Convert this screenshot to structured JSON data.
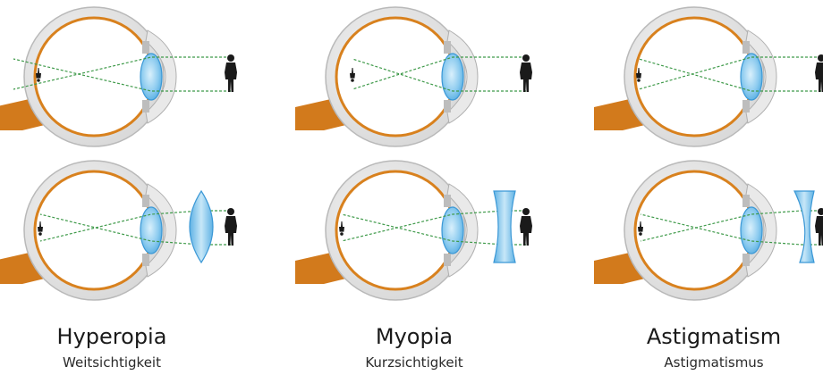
{
  "conditions": [
    {
      "title": "Hyperopia",
      "subtitle": "Weitsichtigkeit",
      "lens": "convex"
    },
    {
      "title": "Myopia",
      "subtitle": "Kurzsichtigkeit",
      "lens": "concave"
    },
    {
      "title": "Astigmatism",
      "subtitle": "Astigmatismus",
      "lens": "meniscus"
    }
  ],
  "colors": {
    "sclera": "#e2e2e2",
    "sclera_edge": "#b9b9b9",
    "retina": "#d8811e",
    "optic_nerve": "#d27a1c",
    "lens_fill": "#84c4ea",
    "lens_edge": "#3b98d6",
    "ray": "#3f9a4a",
    "figure": "#1a1a1a"
  }
}
